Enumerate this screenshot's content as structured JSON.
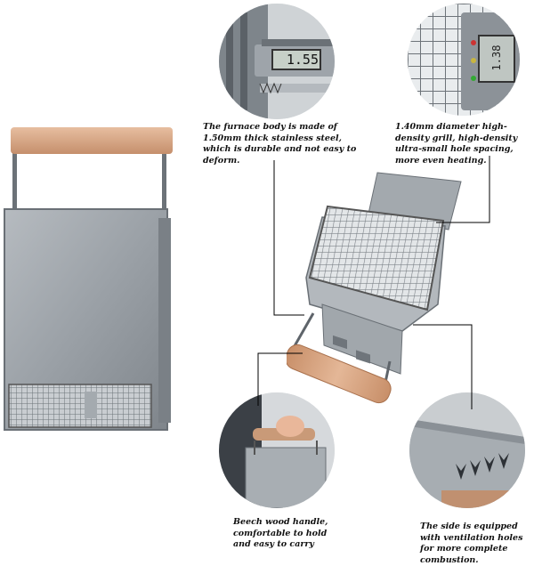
{
  "captions": {
    "furnace_body": "The furnace body is made of 1.50mm thick stainless steel, which is durable and not easy to deform.",
    "grill": "1.40mm diameter high-density grill, high-density ultra-small hole spacing, more even heating.",
    "handle": "Beech wood handle, comfortable to hold and easy to carry",
    "vents": "The side is equipped with ventilation holes for more complete combustion."
  },
  "readouts": {
    "caliper_thickness": "1.55",
    "grill_gauge": "1.38"
  },
  "colors": {
    "steel": "#9aa0a6",
    "steel_dark": "#5e646a",
    "beech_wood": "#d8a887",
    "leader_line": "#000000"
  }
}
